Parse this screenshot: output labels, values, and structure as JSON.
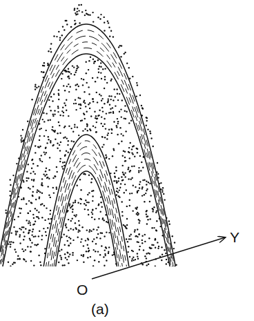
{
  "diagram": {
    "labels": [
      "O",
      "Y",
      "(a)"
    ]
  }
}
